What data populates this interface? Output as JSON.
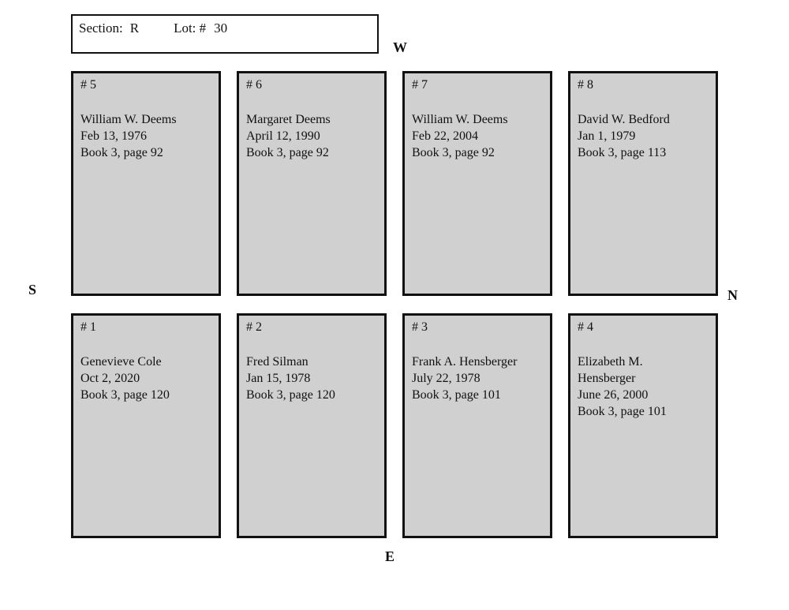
{
  "header": {
    "section_label": "Section:",
    "section_value": "R",
    "lot_label": "Lot: #",
    "lot_value": "30"
  },
  "compass": {
    "west": "W",
    "south": "S",
    "north": "N",
    "east": "E"
  },
  "plots": [
    {
      "number": "# 5",
      "name": "William W. Deems",
      "date": "Feb 13, 1976",
      "book": "Book 3, page 92"
    },
    {
      "number": "# 6",
      "name": "Margaret Deems",
      "date": "April 12, 1990",
      "book": "Book 3, page 92"
    },
    {
      "number": "# 7",
      "name": "William W. Deems",
      "date": "Feb 22, 2004",
      "book": "Book 3, page 92"
    },
    {
      "number": "# 8",
      "name": "David W. Bedford",
      "date": "Jan 1, 1979",
      "book": "Book 3, page 113"
    },
    {
      "number": "# 1",
      "name": "Genevieve Cole",
      "date": "Oct 2, 2020",
      "book": "Book 3, page 120"
    },
    {
      "number": "# 2",
      "name": "Fred Silman",
      "date": "Jan 15, 1978",
      "book": "Book 3, page 120"
    },
    {
      "number": "# 3",
      "name": "Frank A. Hensberger",
      "date": "July 22, 1978",
      "book": "Book 3, page 101"
    },
    {
      "number": "# 4",
      "name": "Elizabeth M.\nHensberger",
      "date": "June 26, 2000",
      "book": "Book 3, page 101"
    }
  ],
  "colors": {
    "background": "#ffffff",
    "plot_fill": "#d0d0d0",
    "border": "#111111",
    "text": "#111111"
  }
}
